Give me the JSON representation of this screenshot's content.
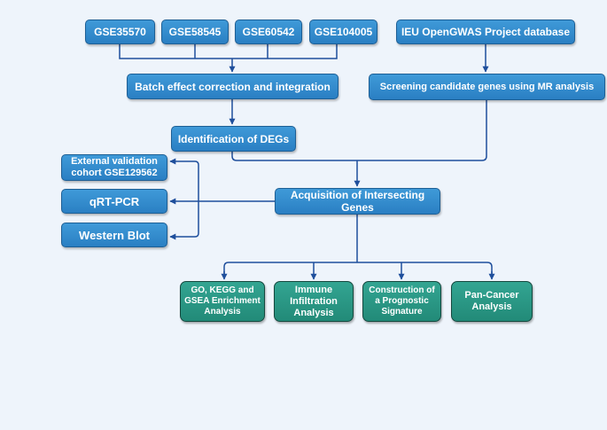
{
  "datasets": {
    "gse1": "GSE35570",
    "gse2": "GSE58545",
    "gse3": "GSE60542",
    "gse4": "GSE104005"
  },
  "database": "IEU OpenGWAS Project database",
  "steps": {
    "batch": "Batch effect correction and integration",
    "mr": "Screening candidate genes using MR analysis",
    "degs": "Identification of DEGs",
    "intersect": "Acquisition of Intersecting Genes"
  },
  "validation": {
    "external": "External validation cohort GSE129562",
    "qrtpcr": "qRT-PCR",
    "western": "Western Blot"
  },
  "analyses": {
    "enrichment": "GO, KEGG and GSEA Enrichment Analysis",
    "immune": "Immune Infiltration Analysis",
    "prognostic": "Construction of a Prognostic Signature",
    "pancancer": "Pan-Cancer Analysis"
  },
  "colors": {
    "background": "#eef4fb",
    "box_blue": "#3a93d3",
    "box_green": "#2a9a86",
    "line": "#1f4f9c"
  }
}
